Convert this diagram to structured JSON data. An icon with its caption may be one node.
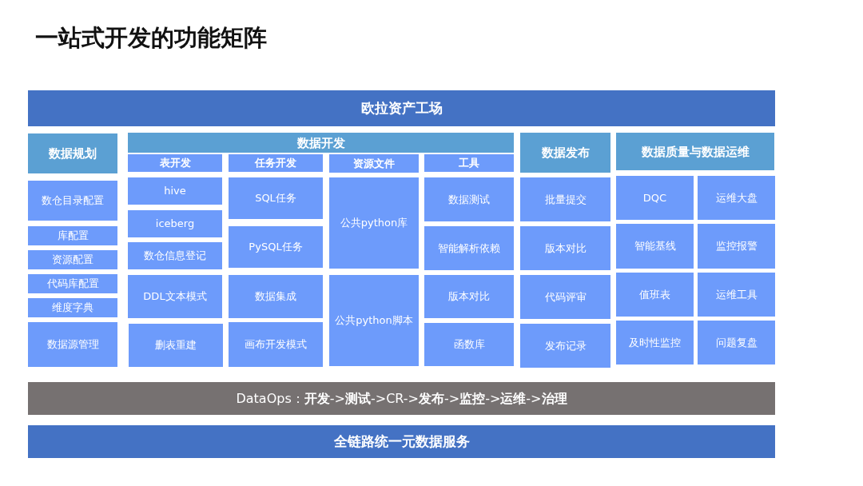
{
  "diagram": {
    "title": "一站式开发的功能矩阵",
    "nodes": [
      {
        "text": [
          "欧拉资产工场"
        ]
      },
      {
        "text": [
          "数据规划"
        ]
      },
      {
        "text": [
          "数仓目录配置"
        ]
      },
      {
        "text": [
          "库配置"
        ]
      },
      {
        "text": [
          "资源配置"
        ]
      },
      {
        "text": [
          "代码库配置"
        ]
      },
      {
        "text": [
          "维度字典"
        ]
      },
      {
        "text": [
          "数据源管理"
        ]
      },
      {
        "text": [
          "数据开发"
        ]
      },
      {
        "text": [
          "表开发"
        ]
      },
      {
        "text": [
          "hive"
        ]
      },
      {
        "text": [
          "iceberg"
        ]
      },
      {
        "text": [
          "数仓信息登记"
        ]
      },
      {
        "text": [
          "DDL文本模式"
        ]
      },
      {
        "text": [
          "删表重建"
        ]
      },
      {
        "text": [
          "任务开发"
        ]
      },
      {
        "text": [
          "SQL任务"
        ]
      },
      {
        "text": [
          "PySQL任务"
        ]
      },
      {
        "text": [
          "数据集成"
        ]
      },
      {
        "text": [
          "画布开发模式"
        ]
      },
      {
        "text": [
          "资源文件"
        ]
      },
      {
        "text": [
          "公共python库"
        ]
      },
      {
        "text": [
          "公共python脚本"
        ]
      },
      {
        "text": [
          "工具"
        ]
      },
      {
        "text": [
          "数据测试"
        ]
      },
      {
        "text": [
          "智能解析依赖"
        ]
      },
      {
        "text": [
          "版本对比"
        ]
      },
      {
        "text": [
          "函数库"
        ]
      },
      {
        "text": [
          "数据发布"
        ]
      },
      {
        "text": [
          "批量提交"
        ]
      },
      {
        "text": [
          "版本对比"
        ]
      },
      {
        "text": [
          "代码评审"
        ]
      },
      {
        "text": [
          "发布记录"
        ]
      },
      {
        "text": [
          "数据质量与数据运维"
        ]
      },
      {
        "text": [
          "DQC"
        ]
      },
      {
        "text": [
          "运维大盘"
        ]
      },
      {
        "text": [
          "智能基线"
        ]
      },
      {
        "text": [
          "监控报警"
        ]
      },
      {
        "text": [
          "值班表"
        ]
      },
      {
        "text": [
          "运维工具"
        ]
      },
      {
        "text": [
          "及时性监控"
        ]
      },
      {
        "text": [
          "问题复盘"
        ]
      },
      {
        "text": [
          "DataOps：**开发**->**测试**->CR->**发布**->**监控**->**运维**->**治理**"
        ]
      },
      {
        "text": [
          "全链路统一元数据服务"
        ]
      }
    ]
  }
}
